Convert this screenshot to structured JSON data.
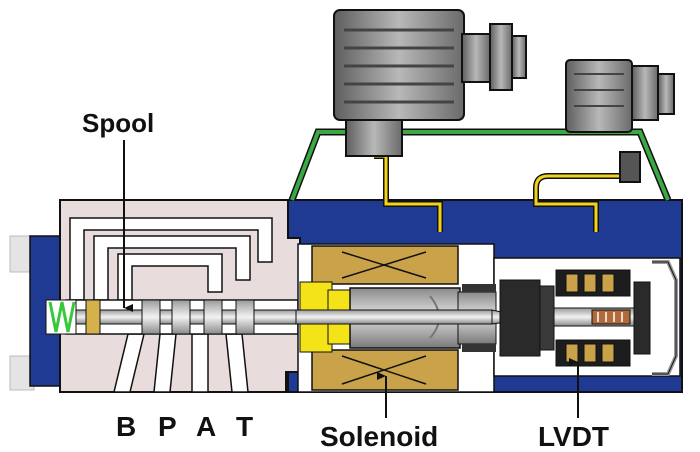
{
  "labels": {
    "spool": "Spool",
    "ports": [
      "B",
      "P",
      "A",
      "T"
    ],
    "solenoid": "Solenoid",
    "lvdt": "LVDT"
  },
  "colors": {
    "body_blue": "#1f3a93",
    "housing_pink": "#e9dcdc",
    "coil_tan": "#c9a24a",
    "sleeve_yellow": "#f5e31a",
    "wire_green": "#3aa843",
    "wire_yellow": "#f2d21a",
    "spring_green": "#39c83b",
    "connector_gray": "#8f8f8f"
  }
}
